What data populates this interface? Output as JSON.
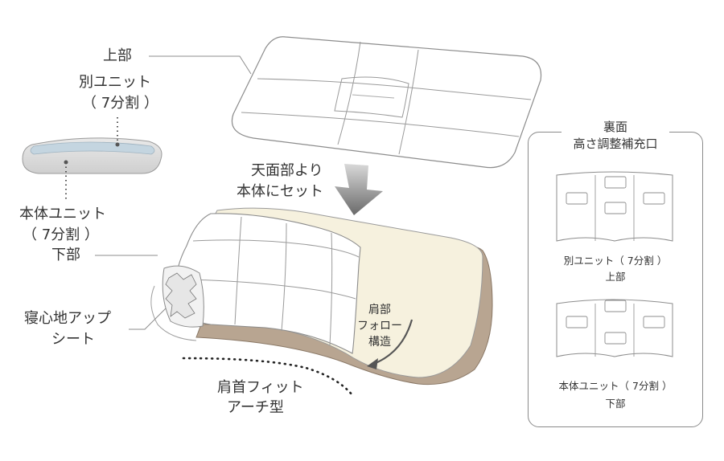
{
  "labels": {
    "upper": "上部",
    "upper_unit_1": "別ユニット",
    "upper_unit_2": "（ 7分割 ）",
    "main_unit_1": "本体ユニット",
    "main_unit_2": "（ 7分割 ）",
    "lower": "下部",
    "comfort_1": "寝心地アップ",
    "comfort_2": "シート",
    "set_1": "天面部より",
    "set_2": "本体にセット",
    "shoulder_1": "肩部",
    "shoulder_2": "フォロー",
    "shoulder_3": "構造",
    "arch_1": "肩首フィット",
    "arch_2": "アーチ型"
  },
  "back_panel": {
    "title_1": "裏面",
    "title_2": "高さ調整補充口",
    "top_caption_1": "別ユニット（ 7分割 ）",
    "top_caption_2": "上部",
    "bottom_caption_1": "本体ユニット（ 7分割 ）",
    "bottom_caption_2": "下部"
  },
  "colors": {
    "line": "#8c8c8c",
    "cover": "#f6f1de",
    "base": "#b7a38f",
    "arrow": "#666666"
  }
}
